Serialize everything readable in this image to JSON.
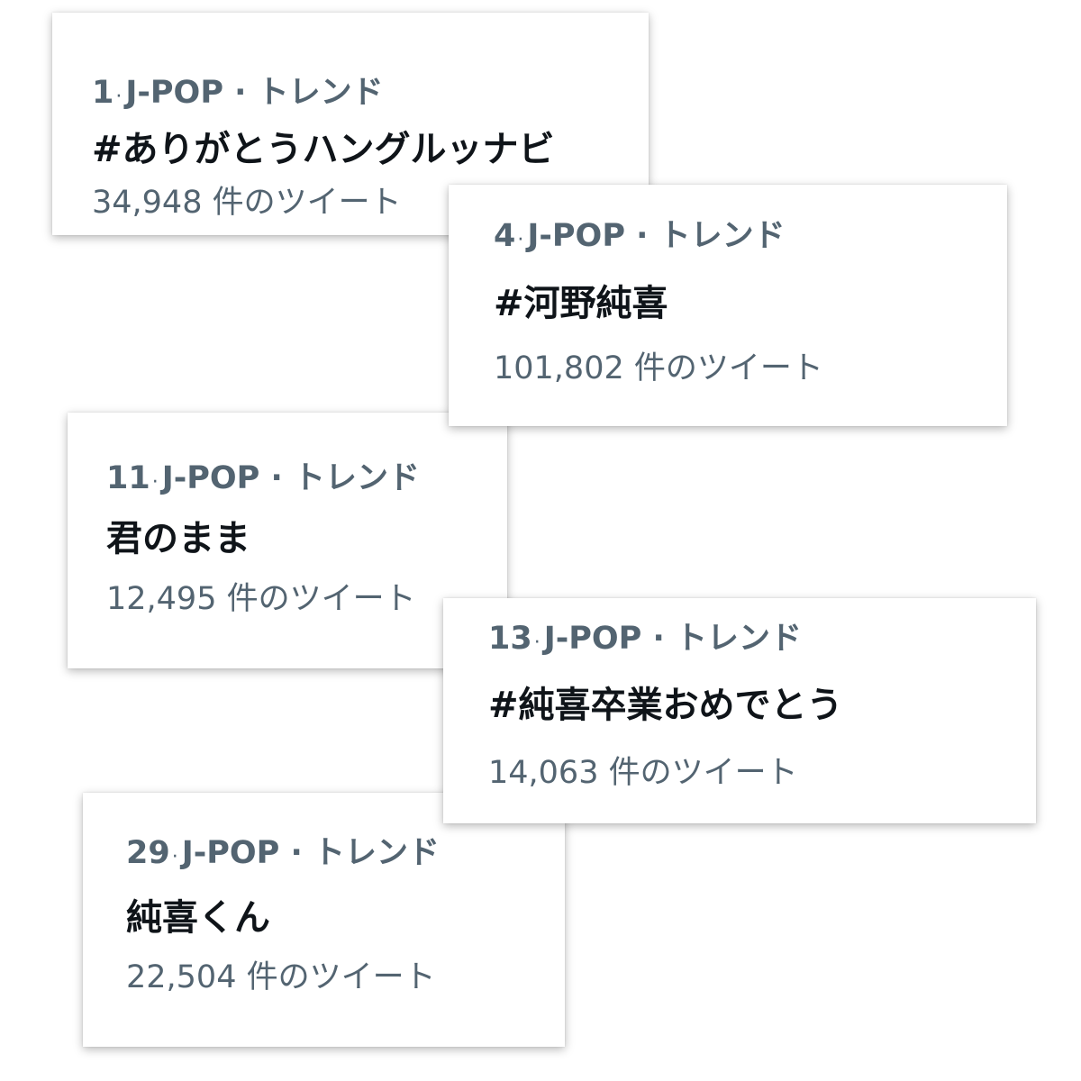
{
  "trends": [
    {
      "rank": "1",
      "category": "J-POP · トレンド",
      "topic": "#ありがとうハングルッナビ",
      "count": "34,948 件のツイート"
    },
    {
      "rank": "4",
      "category": "J-POP · トレンド",
      "topic": "#河野純喜",
      "count": "101,802 件のツイート"
    },
    {
      "rank": "11",
      "category": "J-POP · トレンド",
      "topic": "君のまま",
      "count": "12,495 件のツイート"
    },
    {
      "rank": "13",
      "category": "J-POP · トレンド",
      "topic": "#純喜卒業おめでとう",
      "count": "14,063 件のツイート"
    },
    {
      "rank": "29",
      "category": "J-POP · トレンド",
      "topic": "純喜くん",
      "count": "22,504 件のツイート"
    }
  ],
  "separator": "·",
  "colors": {
    "background": "#ffffff",
    "primary_text": "#0f1419",
    "secondary_text": "#536471"
  }
}
